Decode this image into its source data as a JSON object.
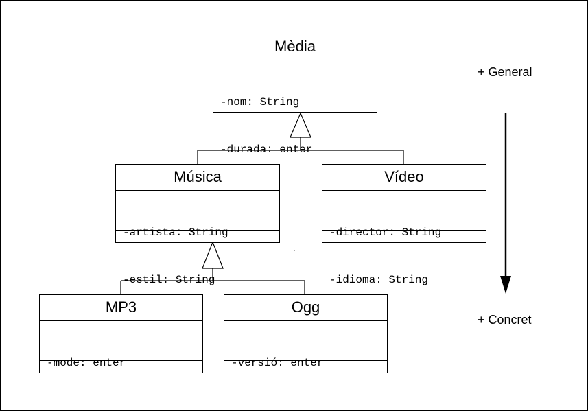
{
  "classes": {
    "media": {
      "name": "Mèdia",
      "attributes": [
        "-nom: String",
        "-durada: enter"
      ]
    },
    "musica": {
      "name": "Música",
      "attributes": [
        "-artista: String",
        "-estil: String"
      ]
    },
    "video": {
      "name": "Vídeo",
      "attributes": [
        "-director: String",
        "-idioma: String"
      ]
    },
    "mp3": {
      "name": "MP3",
      "attributes": [
        "-mode: enter"
      ]
    },
    "ogg": {
      "name": "Ogg",
      "attributes": [
        "-versió: enter"
      ]
    }
  },
  "labels": {
    "general": "+ General",
    "concret": "+ Concret"
  },
  "relations": [
    {
      "type": "generalization",
      "parent": "Mèdia",
      "children": [
        "Música",
        "Vídeo"
      ]
    },
    {
      "type": "generalization",
      "parent": "Música",
      "children": [
        "MP3",
        "Ogg"
      ]
    }
  ]
}
